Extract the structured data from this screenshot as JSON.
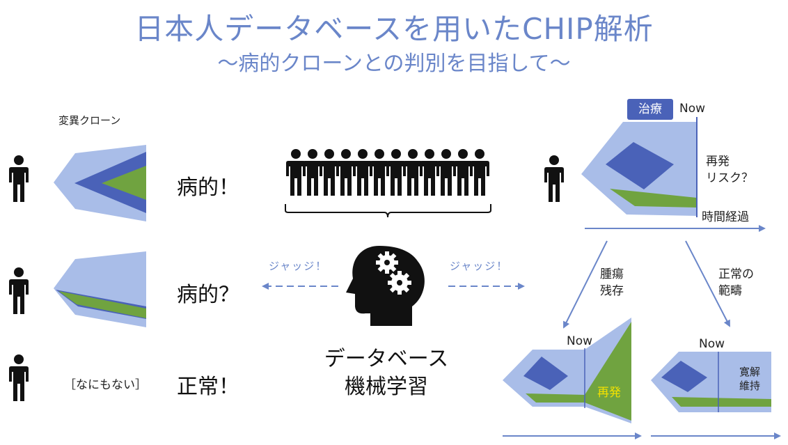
{
  "title": "日本人データベースを用いたCHIP解析",
  "subtitle": "〜病的クローンとの判別を目指して〜",
  "clone_label": "変異クローン",
  "rows": [
    {
      "verdict": "病的！"
    },
    {
      "verdict": "病的？"
    },
    {
      "verdict": "正常！",
      "note": "［なにもない］"
    }
  ],
  "judge_left": "ジャッジ！",
  "judge_right": "ジャッジ！",
  "database": {
    "line1": "データベース",
    "line2": "機械学習"
  },
  "treatment_badge": "治療",
  "now_label": "Now",
  "relapse_risk": {
    "line1": "再発",
    "line2": "リスク？"
  },
  "time_label": "時間経過",
  "branch_left": {
    "line1": "腫瘍",
    "line2": "残存"
  },
  "branch_right": {
    "line1": "正常の",
    "line2": "範疇"
  },
  "relapse_label": "再発",
  "remission": {
    "line1": "寛解",
    "line2": "維持"
  },
  "colors": {
    "light_blue": "#a9bde8",
    "dark_blue": "#4a62b8",
    "green": "#70a340",
    "accent": "#6a86c9",
    "relapse_text": "#f2e100"
  }
}
